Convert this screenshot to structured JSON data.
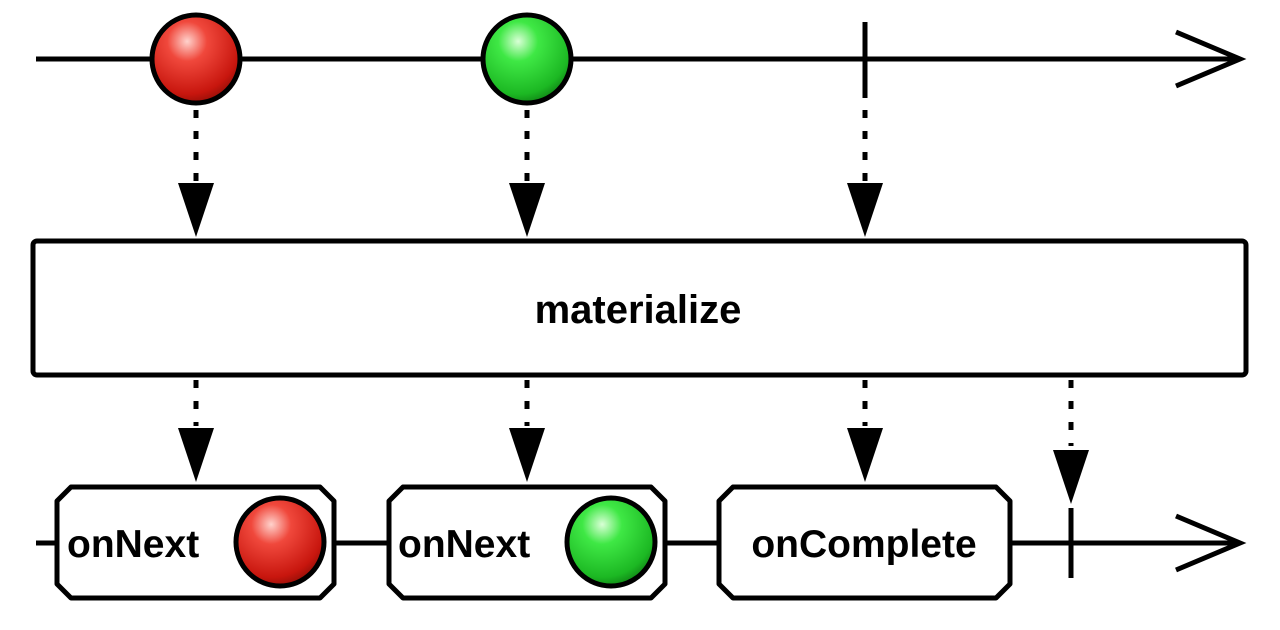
{
  "operator": {
    "label": "materialize"
  },
  "source": {
    "items": [
      {
        "kind": "marble",
        "color": "red"
      },
      {
        "kind": "marble",
        "color": "green"
      },
      {
        "kind": "complete"
      }
    ]
  },
  "output": {
    "notifications": [
      {
        "label": "onNext",
        "marble": "red"
      },
      {
        "label": "onNext",
        "marble": "green"
      },
      {
        "label": "onComplete"
      }
    ],
    "ends_with": "complete"
  },
  "colors": {
    "red": "#e8231a",
    "green": "#25d92c",
    "stroke": "#000000",
    "background": "#ffffff"
  }
}
